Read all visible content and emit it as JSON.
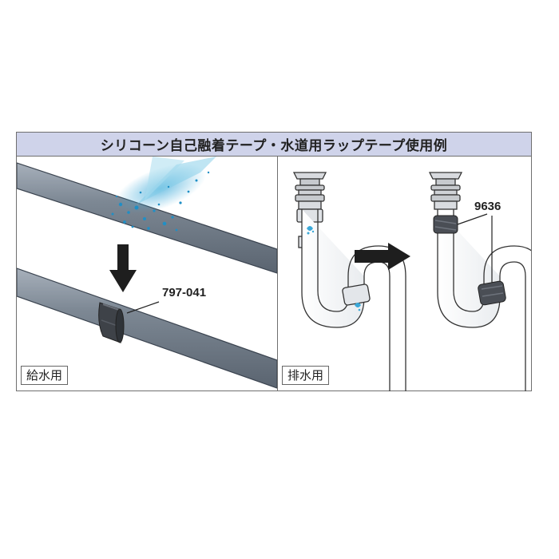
{
  "title": "シリコーン自己融着テープ・水道用ラップテープ使用例",
  "left_panel": {
    "tag": "給水用",
    "part_number": "797-041"
  },
  "right_panel": {
    "tag": "排水用",
    "part_number": "9636"
  },
  "colors": {
    "title_bg": "#cfd3ea",
    "pipe_gray": "#6e7a88",
    "tape_dark": "#3e4248",
    "water_blue": "#3aa8d8",
    "arrow": "#1e1e1e"
  }
}
